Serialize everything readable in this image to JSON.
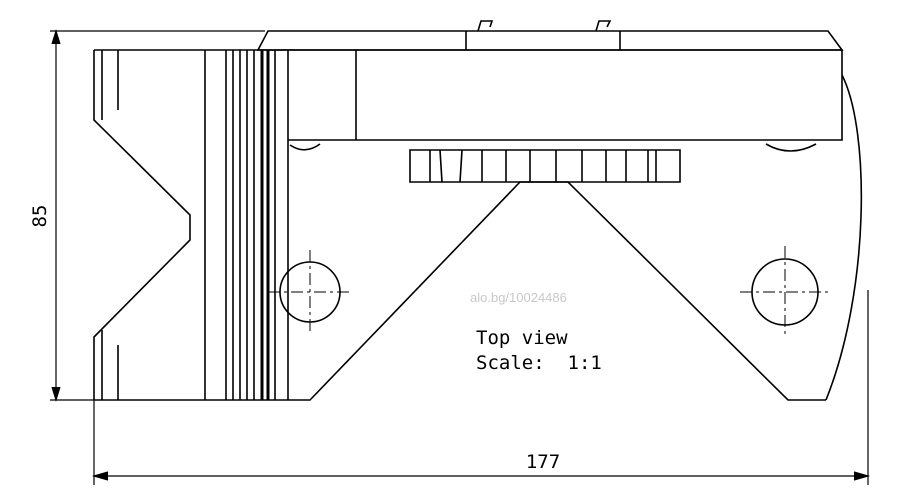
{
  "dimensions": {
    "height_value": "85",
    "width_value": "177"
  },
  "notes": {
    "view_label": "Top view",
    "scale_label": "Scale:  1:1"
  },
  "watermark": {
    "text": "alo.bg/10024486"
  },
  "colors": {
    "line": "#000000",
    "background": "#ffffff",
    "watermark": "#c8c8c8"
  }
}
